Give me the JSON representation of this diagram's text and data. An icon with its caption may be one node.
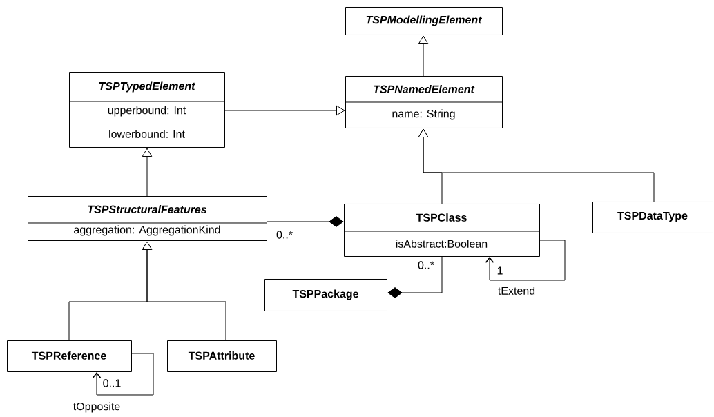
{
  "diagram": {
    "nodes": [
      {
        "text": [
          "TSPModellingElement"
        ]
      },
      {
        "text": [
          "TSPNamedElement",
          "name: String"
        ]
      },
      {
        "text": [
          "TSPTypedElement",
          "upperbound: Int",
          "lowerbound: Int"
        ]
      },
      {
        "text": [
          "TSPStructuralFeatures",
          "aggregation: AggregationKind"
        ]
      },
      {
        "text": [
          "TSPClass",
          "isAbstract:Boolean"
        ]
      },
      {
        "text": [
          "TSPDataType"
        ]
      },
      {
        "text": [
          "TSPPackage"
        ]
      },
      {
        "text": [
          "TSPReference"
        ]
      },
      {
        "text": [
          "TSPAttribute"
        ]
      }
    ],
    "edges": [
      {
        "from": 1,
        "to": 0,
        "arrow": "to"
      },
      {
        "from": 2,
        "to": 1,
        "arrow": "to"
      },
      {
        "from": 3,
        "to": 2,
        "arrow": "to"
      },
      {
        "from": 4,
        "to": 1,
        "arrow": "to"
      },
      {
        "from": 5,
        "to": 1,
        "arrow": "to"
      },
      {
        "from": 7,
        "to": 3,
        "arrow": "to"
      },
      {
        "from": 8,
        "to": 3,
        "arrow": "to"
      },
      {
        "from": 3,
        "to": 4,
        "arrow": "other",
        "label": "0..*"
      },
      {
        "from": 4,
        "to": 6,
        "arrow": "other",
        "label": "0..*"
      },
      {
        "from": 4,
        "to": 4,
        "arrow": "to",
        "label": "tExtend"
      },
      {
        "from": 7,
        "to": 7,
        "arrow": "to",
        "label": "tOpposite"
      }
    ],
    "labels": [
      "1",
      "0..1"
    ]
  }
}
